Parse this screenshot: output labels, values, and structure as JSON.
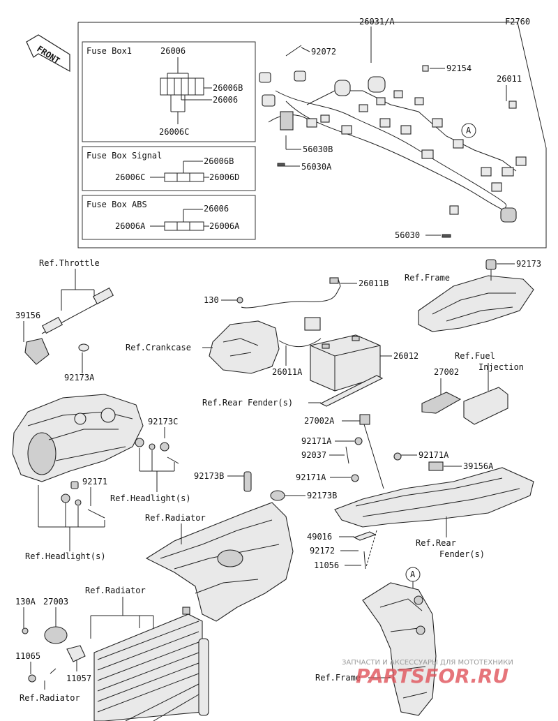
{
  "figure_code": "F2760",
  "front_label": "FRONT",
  "callout_marker": "A",
  "fuse_boxes": [
    {
      "title": "Fuse Box1",
      "labels": [
        "26006",
        "26006B",
        "26006",
        "26006C"
      ]
    },
    {
      "title": "Fuse Box Signal",
      "labels": [
        "26006B",
        "26006C",
        "26006D"
      ]
    },
    {
      "title": "Fuse Box ABS",
      "labels": [
        "26006",
        "26006A",
        "26006A"
      ]
    }
  ],
  "callouts": {
    "p26031A": "26031/A",
    "p92072": "92072",
    "p92154": "92154",
    "p26011": "26011",
    "p56030B": "56030B",
    "p56030A": "56030A",
    "p56030": "56030",
    "ref_throttle": "Ref.Throttle",
    "p39156": "39156",
    "p92173A": "92173A",
    "p130": "130",
    "p26011B": "26011B",
    "ref_frame_top": "Ref.Frame",
    "p92173": "92173",
    "ref_crankcase": "Ref.Crankcase",
    "p26011A": "26011A",
    "p26012": "26012",
    "ref_fuel_1": "Ref.Fuel",
    "ref_fuel_2": "Injection",
    "p27002": "27002",
    "ref_rear_fender_s": "Ref.Rear Fender(s)",
    "p27002A": "27002A",
    "p92173C": "92173C",
    "p92171A_1": "92171A",
    "p92037": "92037",
    "p92171A_2": "92171A",
    "p39156A": "39156A",
    "p92171A_3": "92171A",
    "p92173B_1": "92173B",
    "p92173B_2": "92173B",
    "p92171": "92171",
    "ref_headlight_1": "Ref.Headlight(s)",
    "ref_radiator_1": "Ref.Radiator",
    "p49016": "49016",
    "p92172": "92172",
    "ref_rear_fender_2a": "Ref.Rear",
    "ref_rear_fender_2b": "Fender(s)",
    "p11056": "11056",
    "ref_headlight_2": "Ref.Headlight(s)",
    "ref_radiator_2": "Ref.Radiator",
    "p130A": "130A",
    "p27003": "27003",
    "p11065": "11065",
    "p11057": "11057",
    "ref_radiator_3": "Ref.Radiator",
    "ref_frame_bottom": "Ref.Frame"
  },
  "watermark": {
    "line1": "ЗАПЧАСТИ И АКСЕССУАРЫ ДЛЯ МОТОТЕХНИКИ",
    "line2": "PARTSFOR.RU"
  },
  "colors": {
    "line": "#222222",
    "watermark_red": "#e0525a",
    "watermark_gray": "#9a9a9a"
  }
}
